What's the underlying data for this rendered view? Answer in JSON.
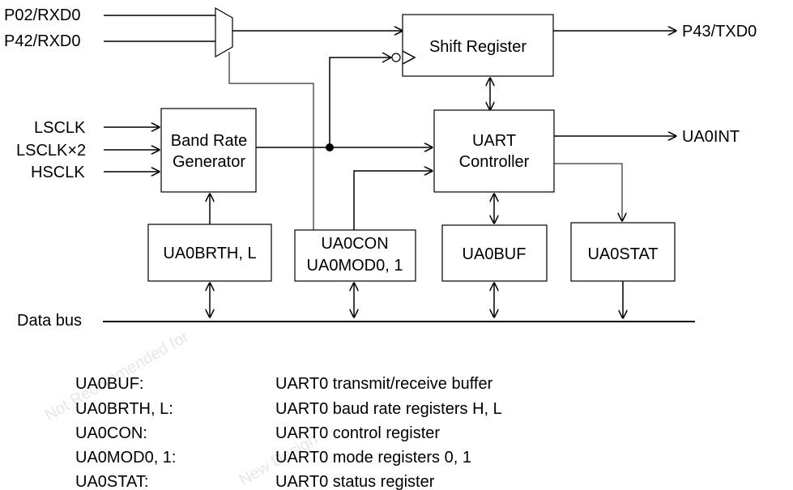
{
  "watermark": {
    "line1": "Not Recommended for",
    "line2": "New Design"
  },
  "inputs": {
    "p02": "P02/RXD0",
    "p42": "P42/RXD0",
    "lsclk": "LSCLK",
    "lsclk2": "LSCLK×2",
    "hsclk": "HSCLK"
  },
  "outputs": {
    "txd": "P43/TXD0",
    "int": "UA0INT"
  },
  "blocks": {
    "shift_register": "Shift Register",
    "band_rate_1": "Band Rate",
    "band_rate_2": "Generator",
    "uart_1": "UART",
    "uart_2": "Controller",
    "ua0brth": "UA0BRTH, L",
    "ua0con_1": "UA0CON",
    "ua0con_2": "UA0MOD0, 1",
    "ua0buf": "UA0BUF",
    "ua0stat": "UA0STAT"
  },
  "data_bus": "Data bus",
  "legend": [
    {
      "key": "UA0BUF:",
      "desc": "UART0 transmit/receive buffer"
    },
    {
      "key": "UA0BRTH, L:",
      "desc": "UART0 baud rate registers H, L"
    },
    {
      "key": "UA0CON:",
      "desc": "UART0 control register"
    },
    {
      "key": "UA0MOD0, 1:",
      "desc": "UART0 mode registers 0, 1"
    },
    {
      "key": "UA0STAT:",
      "desc": "UART0 status register"
    }
  ]
}
